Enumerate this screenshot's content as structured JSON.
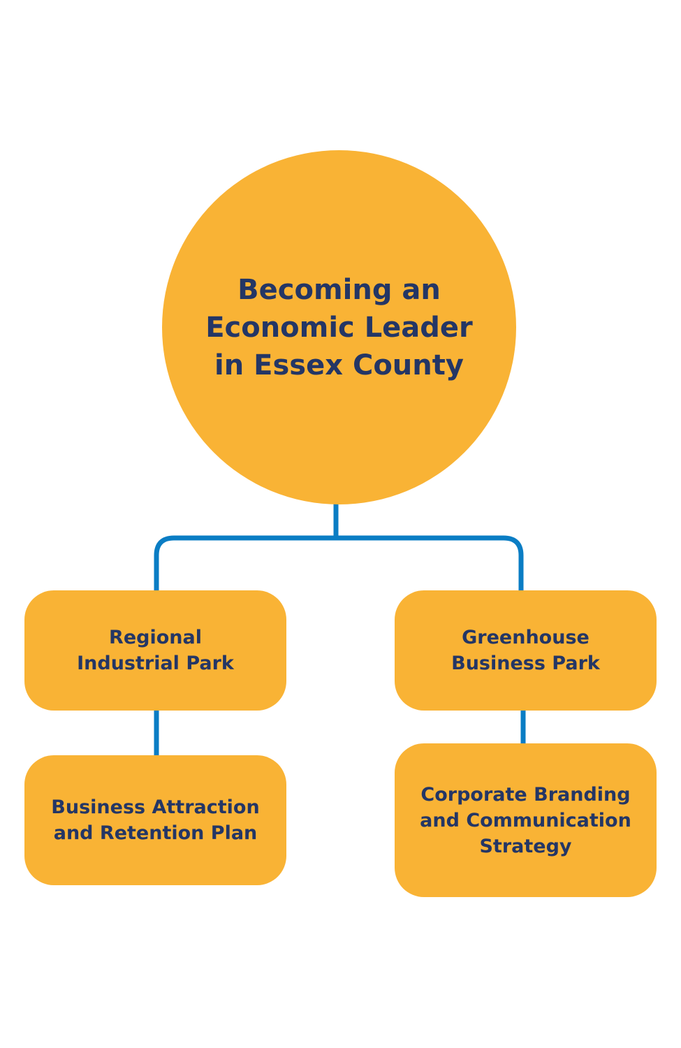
{
  "diagram": {
    "type": "hierarchy",
    "colors": {
      "node_fill": "#f9b335",
      "text": "#243665",
      "connector": "#0a7dc4",
      "background": "#ffffff"
    },
    "root": {
      "label": "Becoming an Economic Leader in Essex County"
    },
    "branches": [
      {
        "label": "Regional Industrial Park",
        "child": {
          "label": "Business Attraction and Retention Plan"
        }
      },
      {
        "label": "Greenhouse Business Park",
        "child": {
          "label": "Corporate Branding and Communication Strategy"
        }
      }
    ]
  }
}
